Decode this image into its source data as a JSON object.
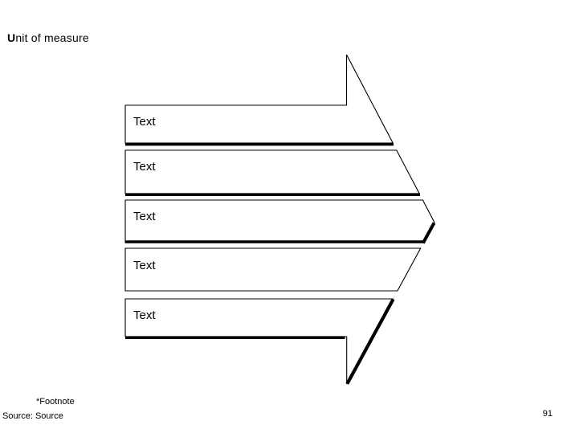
{
  "slide": {
    "title": "Unit of measure",
    "footnote": "*Footnote",
    "source": "Source: Source",
    "page_number": "91",
    "background_color": "#ffffff",
    "line_color": "#000000"
  },
  "diagram": {
    "type": "right-arrow-split-into-horizontal-bands",
    "direction": "right",
    "band_count": 5,
    "bands": [
      {
        "label": "Text"
      },
      {
        "label": "Text"
      },
      {
        "label": "Text"
      },
      {
        "label": "Text"
      },
      {
        "label": "Text"
      }
    ]
  }
}
